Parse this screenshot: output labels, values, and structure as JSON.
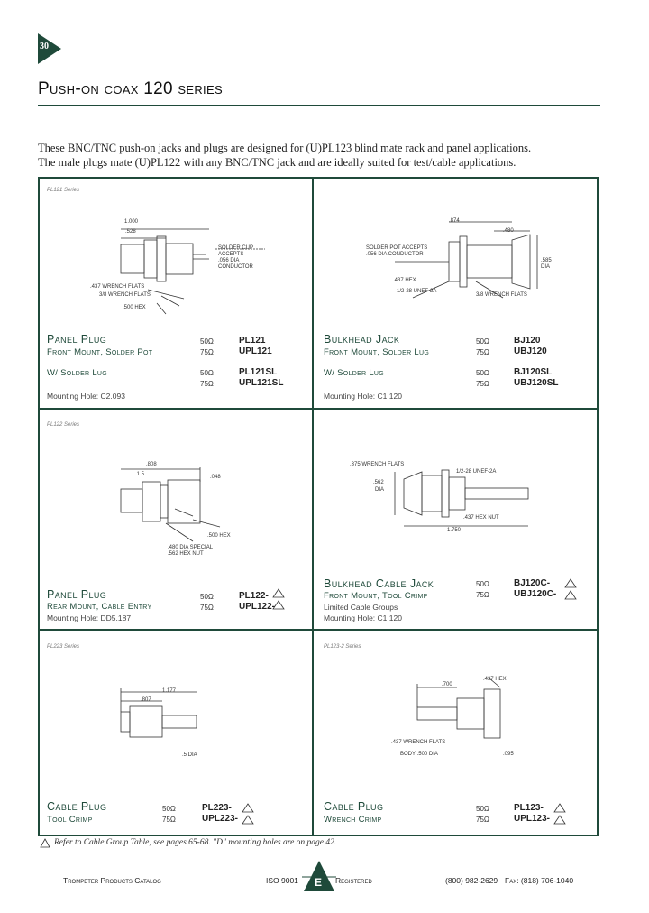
{
  "page_number": "30",
  "title": "Push-on coax 120 series",
  "intro": [
    "These BNC/TNC push-on jacks and plugs are designed for (U)PL123  blind mate rack and panel applications.",
    "The male plugs mate (U)PL122 with any BNC/TNC jack and are ideally suited for test/cable applications."
  ],
  "cells": [
    {
      "tag": "PL121 Series",
      "name": "Panel Plug",
      "subs": [
        "Front Mount, Solder Pot",
        "W/ Solder Lug"
      ],
      "impedances": [
        "50Ω",
        "75Ω",
        "50Ω",
        "75Ω"
      ],
      "part_numbers": [
        "PL121",
        "UPL121",
        "PL121SL",
        "UPL121SL"
      ],
      "notes": [
        "Mounting Hole: C2.093"
      ],
      "dims": [
        "1.000",
        ".528",
        "SOLDER CUP",
        "ACCEPTS",
        ".056 DIA",
        "CONDUCTOR",
        ".437 WRENCH FLATS",
        "3/8 WRENCH FLATS",
        ".500 HEX"
      ]
    },
    {
      "tag": "",
      "name": "Bulkhead Jack",
      "subs": [
        "Front Mount, Solder Lug",
        "W/ Solder Lug"
      ],
      "impedances": [
        "50Ω",
        "75Ω",
        "50Ω",
        "75Ω"
      ],
      "part_numbers": [
        "BJ120",
        "UBJ120",
        "BJ120SL",
        "UBJ120SL"
      ],
      "notes": [
        "Mounting Hole: C1.120"
      ],
      "dims": [
        ".874",
        ".480",
        "SOLDER POT ACCEPTS",
        ".056 DIA CONDUCTOR",
        ".585",
        "DIA",
        ".437 HEX",
        "1/2-28 UNEF-2A",
        "3/8 WRENCH FLATS"
      ]
    },
    {
      "tag": "PL122 Series",
      "name": "Panel Plug",
      "subs": [
        "Rear Mount, Cable Entry"
      ],
      "impedances": [
        "50Ω",
        "75Ω"
      ],
      "part_numbers": [
        "PL122-",
        "UPL122-"
      ],
      "notes": [
        "Mounting Hole: DD5.187"
      ],
      "dims": [
        ".808",
        ".1.5",
        ".048",
        ".500 HEX",
        ".480 DIA SPECIAL",
        ".562 HEX NUT"
      ]
    },
    {
      "tag": "",
      "name": "Bulkhead Cable Jack",
      "subs": [
        "Front Mount, Tool Crimp"
      ],
      "impedances": [
        "50Ω",
        "75Ω"
      ],
      "part_numbers": [
        "BJ120C-",
        "UBJ120C-"
      ],
      "notes": [
        "Limited Cable Groups",
        "Mounting Hole: C1.120"
      ],
      "dims": [
        ".375 WRENCH FLATS",
        "1/2-28 UNEF-2A",
        ".562",
        "DIA",
        ".437 HEX NUT",
        "1.750"
      ]
    },
    {
      "tag": "PL223 Series",
      "name": "Cable Plug",
      "subs": [
        "Tool Crimp"
      ],
      "impedances": [
        "50Ω",
        "75Ω"
      ],
      "part_numbers": [
        "PL223-",
        "UPL223-"
      ],
      "notes": [],
      "dims": [
        "1.177",
        ".807",
        ".5 DIA"
      ]
    },
    {
      "tag": "PL123-2 Series",
      "name": "Cable Plug",
      "subs": [
        "Wrench Crimp"
      ],
      "impedances": [
        "50Ω",
        "75Ω"
      ],
      "part_numbers": [
        "PL123-",
        "UPL123-"
      ],
      "notes": [],
      "dims": [
        ".437 HEX",
        ".700",
        ".437 WRENCH FLATS",
        "BODY .500 DIA",
        ".095"
      ]
    }
  ],
  "footnote": "Refer to Cable Group Table, see pages 65-68. \"D\" mounting holes are on page 42.",
  "footer": {
    "catalog": "Trompeter Products Catalog",
    "iso": "ISO 9001",
    "registered": "Registered",
    "phone": "(800) 982-2629",
    "fax": "Fax: (818) 706-1040",
    "logo_letter": "E"
  },
  "colors": {
    "accent": "#1f4a3a",
    "text": "#111111"
  }
}
